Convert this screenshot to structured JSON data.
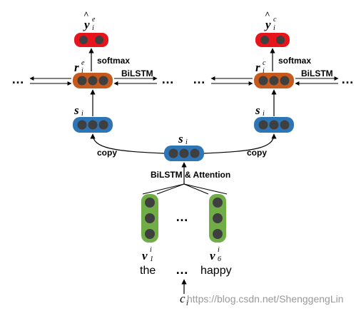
{
  "colors": {
    "red_cell": "#e8141c",
    "orange_cell": "#c65a1c",
    "blue_cell": "#2e75b6",
    "green_cell": "#70ad47",
    "dot": "#3f3f3f",
    "line": "#000000"
  },
  "left": {
    "y_label": "y",
    "y_sup": "e",
    "y_sub": "i",
    "r_label": "r",
    "r_sup": "e",
    "r_sub": "i",
    "s_label": "s",
    "s_sub": "i",
    "softmax": "softmax",
    "bilstm": "BiLSTM",
    "copy": "copy"
  },
  "right": {
    "y_label": "y",
    "y_sup": "c",
    "y_sub": "i",
    "r_label": "r",
    "r_sup": "c",
    "r_sub": "i",
    "s_label": "s",
    "s_sub": "i",
    "softmax": "softmax",
    "bilstm": "BiLSTM",
    "copy": "copy"
  },
  "center": {
    "s_label": "s",
    "s_sub": "i",
    "attention": "BiLSTM & Attention"
  },
  "inputs": {
    "v1_label": "v",
    "v1_sup": "i",
    "v1_sub": "1",
    "v6_label": "v",
    "v6_sup": "i",
    "v6_sub": "6",
    "word_first": "the",
    "word_last": "happy",
    "ellipsis": "…",
    "c_label": "c",
    "c_sub": "i"
  },
  "ellipsis": "…",
  "watermark": "https://blog.csdn.net/ShenggengLin"
}
